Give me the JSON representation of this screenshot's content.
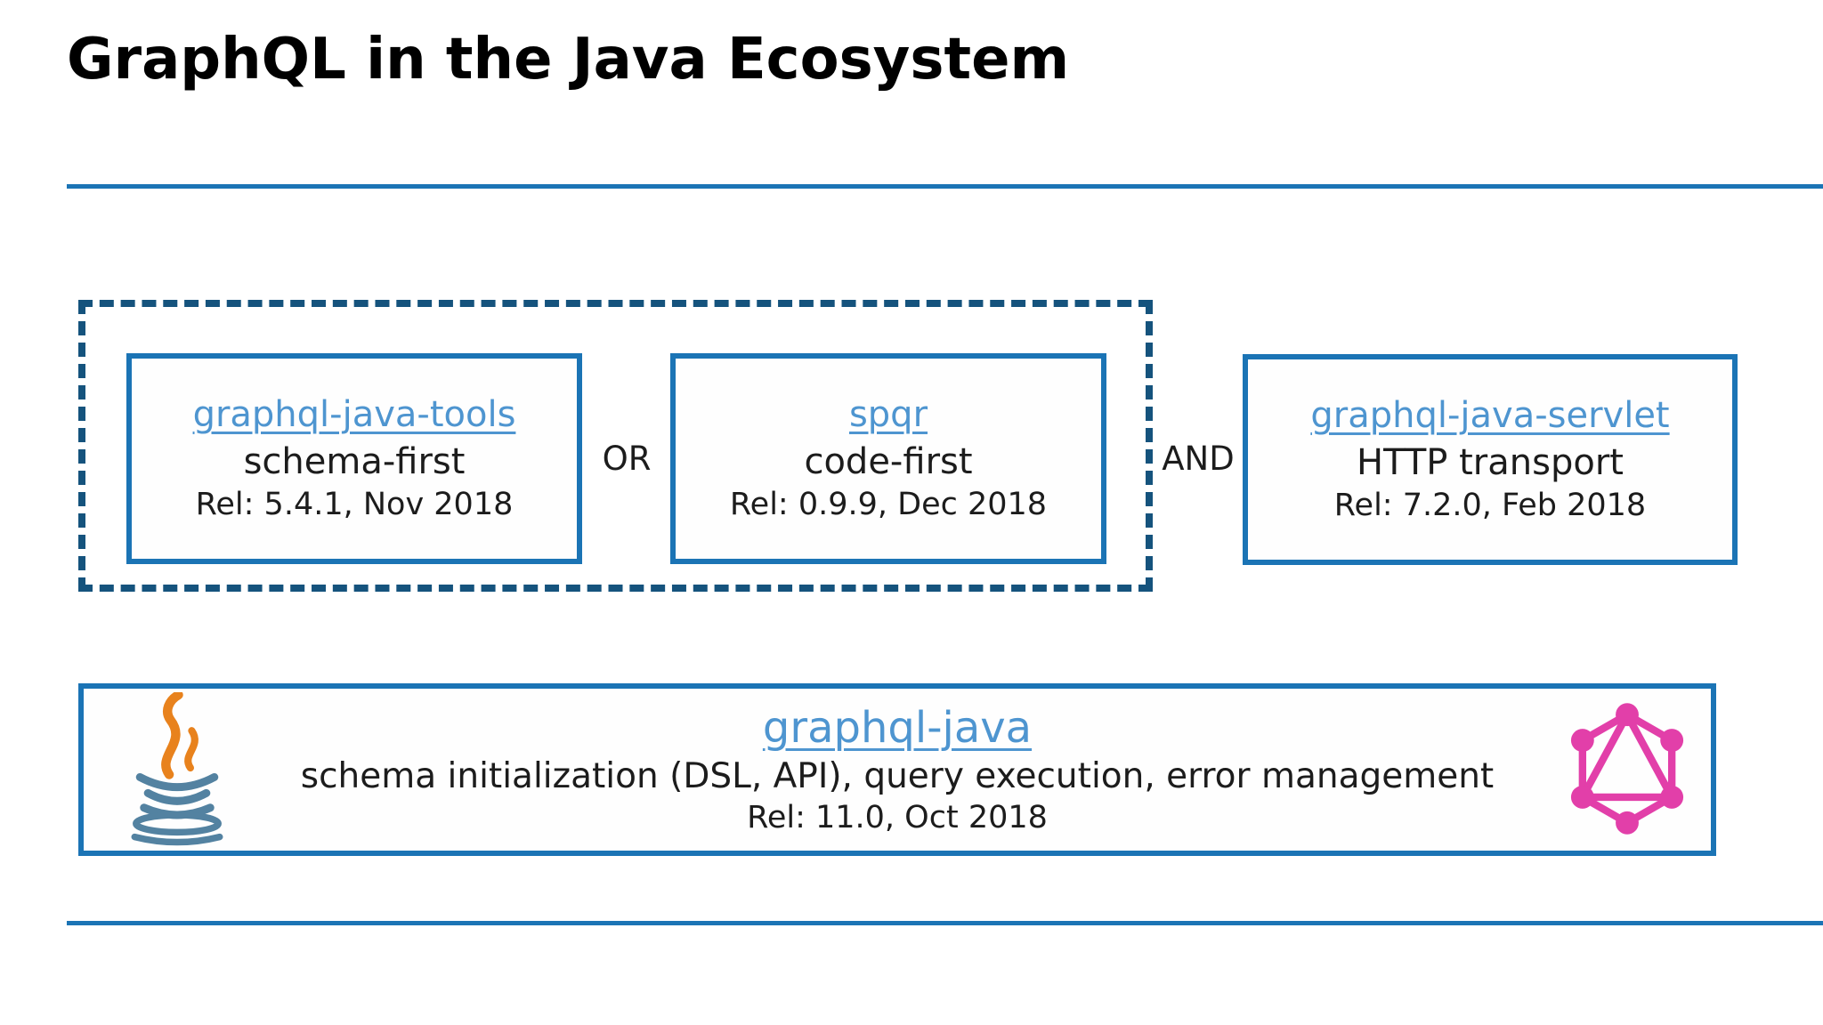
{
  "slide": {
    "title": "GraphQL in the Java Ecosystem"
  },
  "connectors": {
    "or": "OR",
    "and": "AND"
  },
  "libraries": [
    {
      "name": "graphql-java-tools",
      "approach": "schema-first",
      "release": "Rel: 5.4.1, Nov 2018"
    },
    {
      "name": "spqr",
      "approach": "code-first",
      "release": "Rel: 0.9.9, Dec 2018"
    },
    {
      "name": "graphql-java-servlet",
      "approach": "HTTP transport",
      "release": "Rel: 7.2.0, Feb 2018"
    }
  ],
  "foundation": {
    "name": "graphql-java",
    "description": "schema initialization (DSL, API), query execution, error management",
    "release": "Rel: 11.0, Oct 2018"
  },
  "icons": {
    "left": "java-logo",
    "right": "graphql-logo"
  },
  "colors": {
    "accent": "#1b74b5",
    "dashed": "#15537d",
    "link": "#4e95d0",
    "text": "#1c1c1c",
    "graphql-pink": "#e23fa9",
    "java-blue": "#5382a1",
    "java-orange": "#e8821d"
  }
}
